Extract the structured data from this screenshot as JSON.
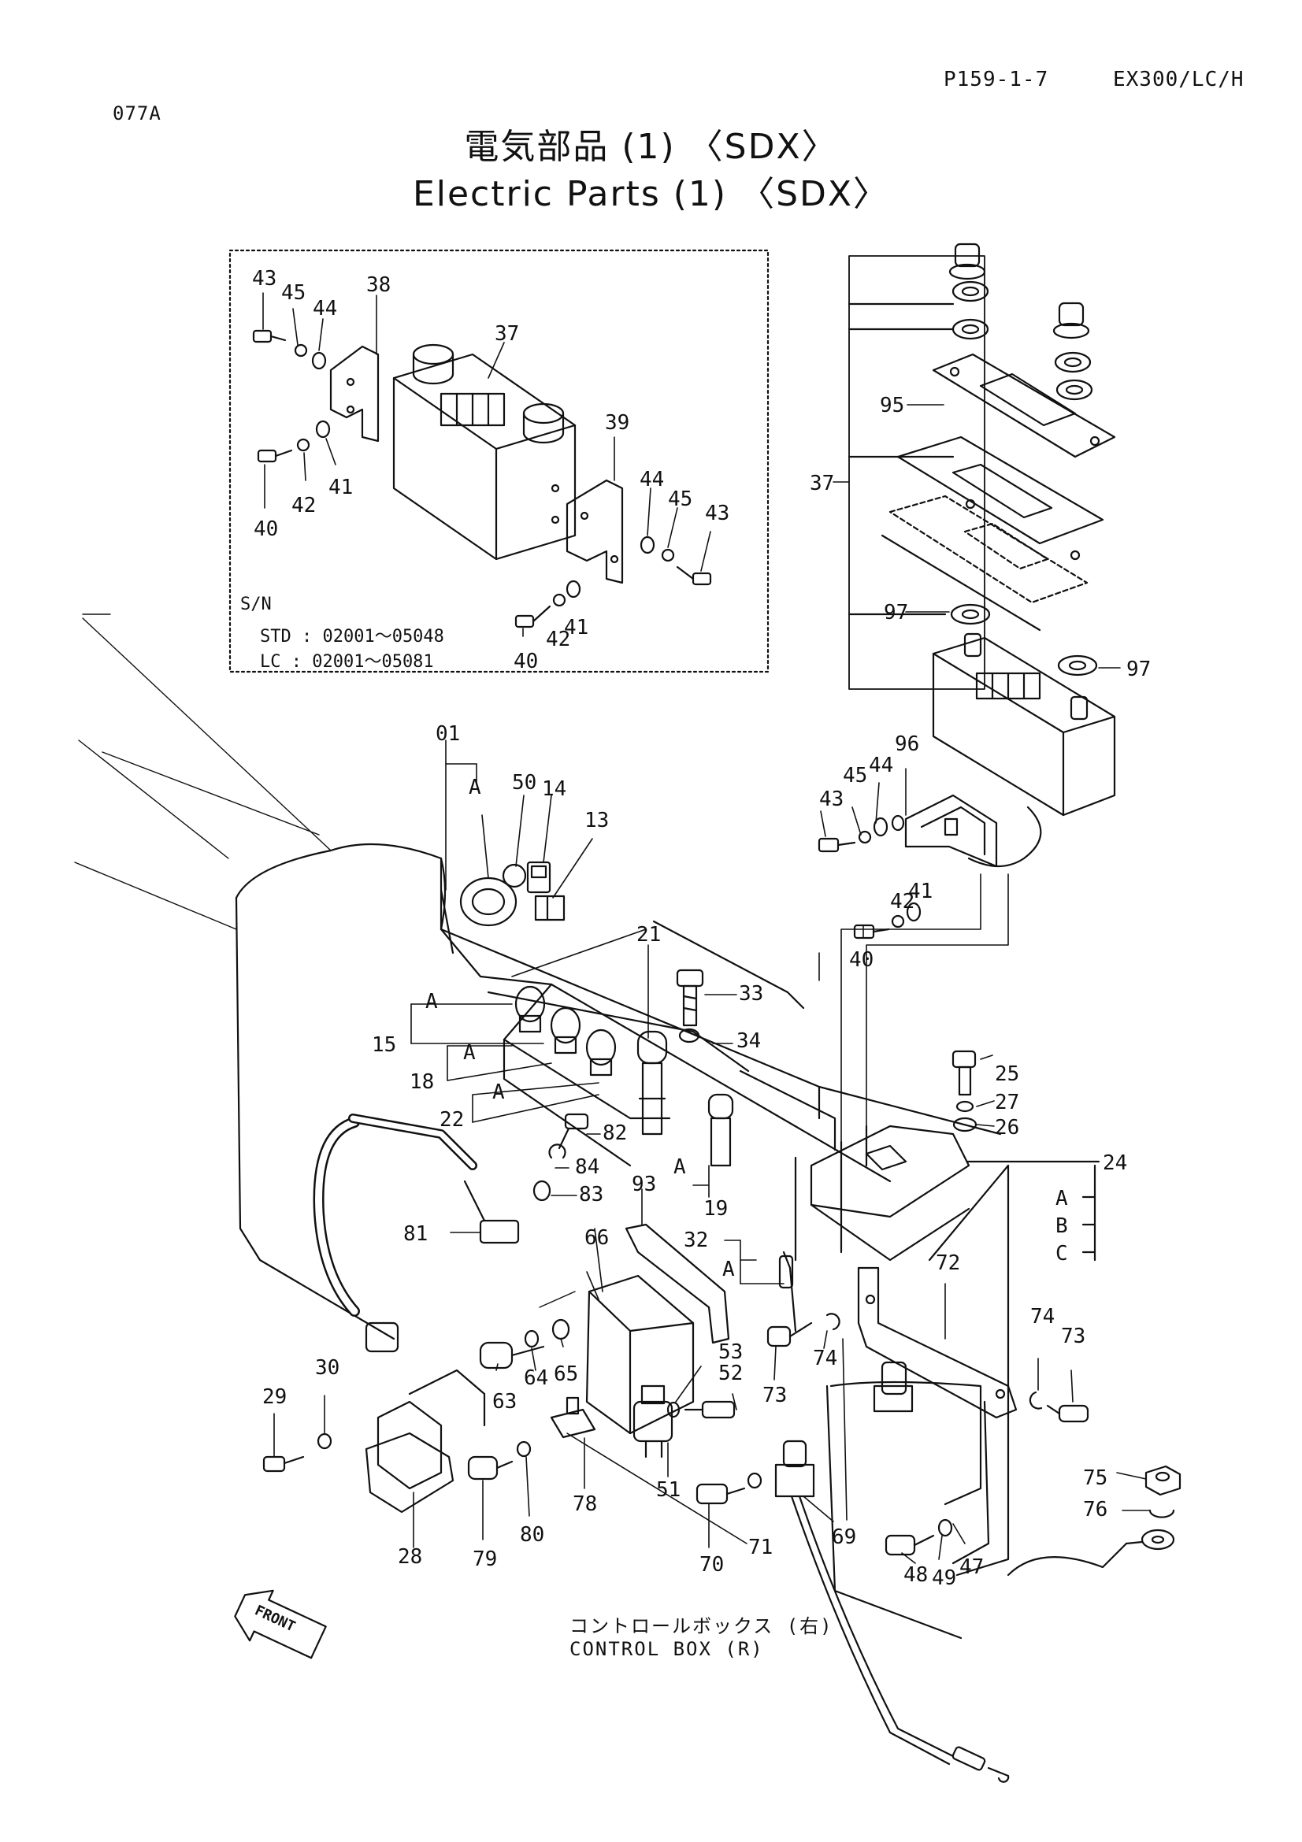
{
  "header": {
    "page_ref": "P159-1-7",
    "model": "EX300/LC/H",
    "doc_code": "077A"
  },
  "title": {
    "japanese": "電気部品 (1) 〈SDX〉",
    "english": "Electric Parts (1) 〈SDX〉"
  },
  "serial_note": {
    "label": "S/N",
    "std": "STD : 02001～05048",
    "lc": "LC  : 02001～05081"
  },
  "caption": {
    "japanese": "コントロールボックス (右)",
    "english": "CONTROL BOX (R)"
  },
  "front_label": "FRONT",
  "ref_letters": [
    "A",
    "B",
    "C"
  ],
  "part_numbers": [
    "01",
    "13",
    "14",
    "15",
    "18",
    "19",
    "21",
    "22",
    "24",
    "25",
    "26",
    "27",
    "28",
    "29",
    "30",
    "32",
    "33",
    "34",
    "37",
    "38",
    "39",
    "40",
    "41",
    "42",
    "43",
    "44",
    "45",
    "47",
    "48",
    "49",
    "50",
    "51",
    "52",
    "53",
    "63",
    "64",
    "65",
    "66",
    "69",
    "70",
    "71",
    "72",
    "73",
    "74",
    "75",
    "76",
    "78",
    "79",
    "80",
    "81",
    "82",
    "83",
    "84",
    "93",
    "95",
    "96",
    "97"
  ]
}
